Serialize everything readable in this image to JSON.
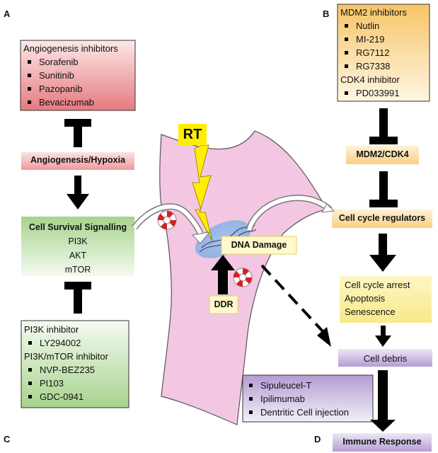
{
  "panels": {
    "a": "A",
    "b": "B",
    "c": "C",
    "d": "D"
  },
  "angiogenesis_inhibitors": {
    "title": "Angiogenesis inhibitors",
    "items": [
      "Sorafenib",
      "Sunitinib",
      "Pazopanib",
      "Bevacizumab"
    ]
  },
  "angiogenesis_label": "Angiogenesis/Hypoxia",
  "cell_survival": {
    "title": "Cell Survival Signalling",
    "items": [
      "PI3K",
      "AKT",
      "mTOR"
    ]
  },
  "pi3k_inhibitors": {
    "title1": "PI3K inhibitor",
    "items1": [
      "LY294002"
    ],
    "title2": "PI3K/mTOR inhibitor",
    "items2": [
      "NVP-BEZ235",
      "PI103",
      "GDC-0941"
    ]
  },
  "mdm2_inhibitors": {
    "title1": "MDM2 inhibitors",
    "items1": [
      "Nutlin",
      "MI-219",
      "RG7112",
      "RG7338"
    ],
    "title2": "CDK4 inhibitor",
    "items2": [
      "PD033991"
    ]
  },
  "mdm2_cdk4_label": "MDM2/CDK4",
  "cell_cycle_regulators_label": "Cell cycle regulators",
  "outcomes": [
    "Cell cycle arrest",
    "Apoptosis",
    "Senescence"
  ],
  "cell_debris_label": "Cell debris",
  "immunotherapies": [
    "Sipuleucel-T",
    "Ipilimumab",
    "Dentritic Cell injection"
  ],
  "immune_response_label": "Immune Response",
  "rt_label": "RT",
  "dna_damage_label": "DNA Damage",
  "ddr_label": "DDR",
  "colors": {
    "angio_box": "#e8797d",
    "angio_box_light": "#fde4e4",
    "survival_green": "#a8d490",
    "survival_green_light": "#f0f8ea",
    "inhibitor_green": "#a8d490",
    "mdm2_orange": "#f8c872",
    "mdm2_light": "#fff3d6",
    "outcome_yellow": "#fcf0a0",
    "purple": "#b8a2d4",
    "purple_light": "#f1ecf8",
    "cell_pink": "#f2c6e0",
    "nucleus_blue": "#8ab4e6",
    "rt_yellow": "#ffee00"
  }
}
